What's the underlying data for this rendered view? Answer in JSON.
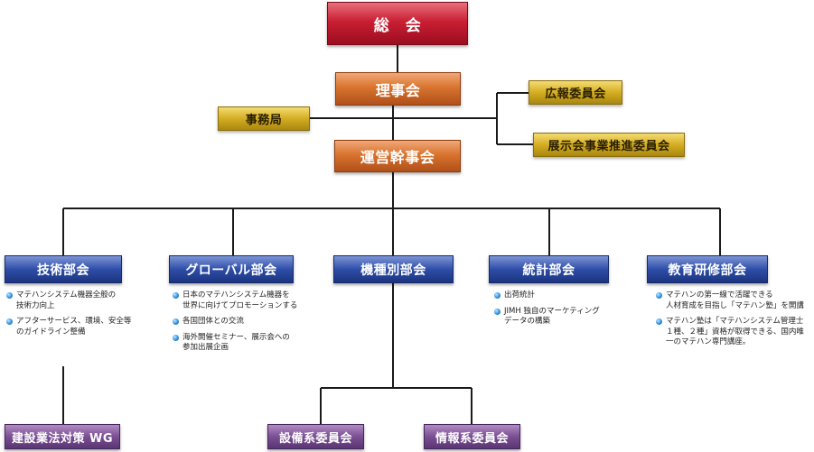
{
  "colors": {
    "line": "#1a1a1a",
    "general_meeting": "#c91f33",
    "board": "#d9742f",
    "committee": "#d4ad22",
    "division": "#2f4ea8",
    "working_group": "#7a4f93",
    "bullet": "#2f8fe0"
  },
  "top": {
    "general_meeting": "総　会",
    "board": "理事会",
    "secretariat": "事務局",
    "pr_committee": "広報委員会",
    "exhibition_committee": "展示会事業推進委員会",
    "steering_committee": "運営幹事会"
  },
  "divisions": [
    {
      "name": "技術部会",
      "items": [
        "マテハンシステム機器全般の\n技術力向上",
        "アフターサービス、環境、安全等\nのガイドライン整備"
      ]
    },
    {
      "name": "グローバル部会",
      "items": [
        "日本のマテハンシステム機器を\n世界に向けてプロモーションする",
        "各国団体との交流",
        "海外開催セミナー、展示会への\n参加出展企画"
      ]
    },
    {
      "name": "機種別部会",
      "items": []
    },
    {
      "name": "統計部会",
      "items": [
        "出荷統計",
        "JIMH 独自のマーケティング\nデータの構築"
      ]
    },
    {
      "name": "教育研修部会",
      "items": [
        "マテハンの第一線で活躍できる\n人材育成を目指し「マテハン塾」を開講",
        "マテハン塾は「マテハンシステム管理士\n１種、２種」資格が取得できる、国内唯\n一のマテハン専門講座。"
      ]
    }
  ],
  "working_groups": {
    "construction_wg": "建設業法対策 WG",
    "equipment_committee": "設備系委員会",
    "information_committee": "情報系委員会"
  }
}
